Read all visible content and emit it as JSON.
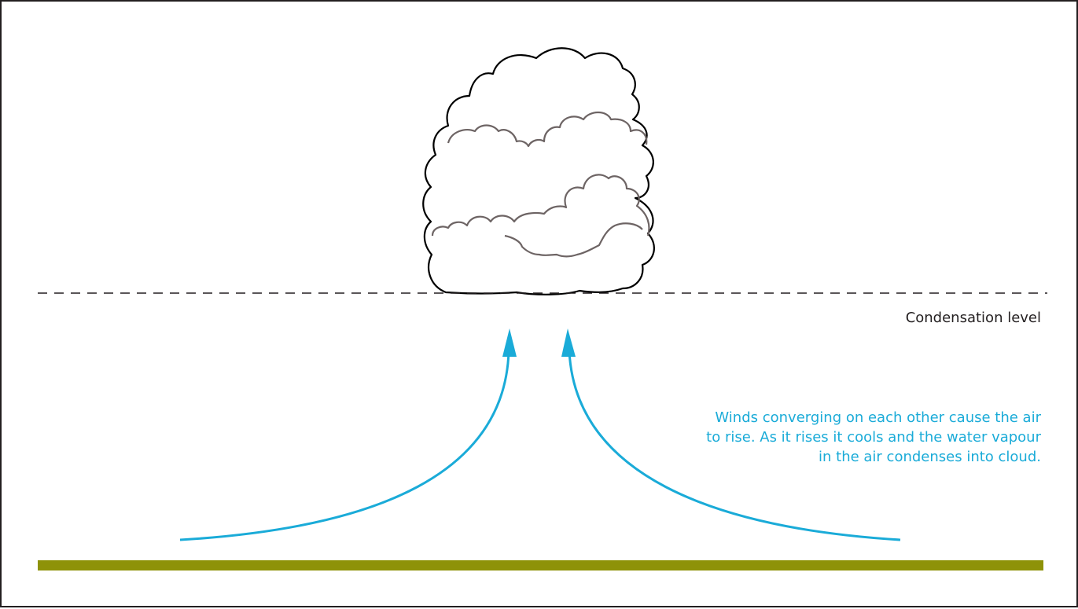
{
  "labels": {
    "condensation_level": "Condensation level"
  },
  "caption": {
    "lines": [
      "Winds converging on each other cause the air",
      "to rise. As it rises it cools and the water vapour",
      "in the air condenses into cloud."
    ]
  },
  "colors": {
    "arrow": "#1aabd8",
    "ground": "#8e9208",
    "cloud_outline": "#000000",
    "cloud_inner_outline": "#6d6464",
    "dashed_line": "#231f20",
    "border": "#231f20"
  },
  "icons": {
    "cloud": "cumulus-cloud-icon",
    "arrows": "rising-air-arrow-icon"
  }
}
